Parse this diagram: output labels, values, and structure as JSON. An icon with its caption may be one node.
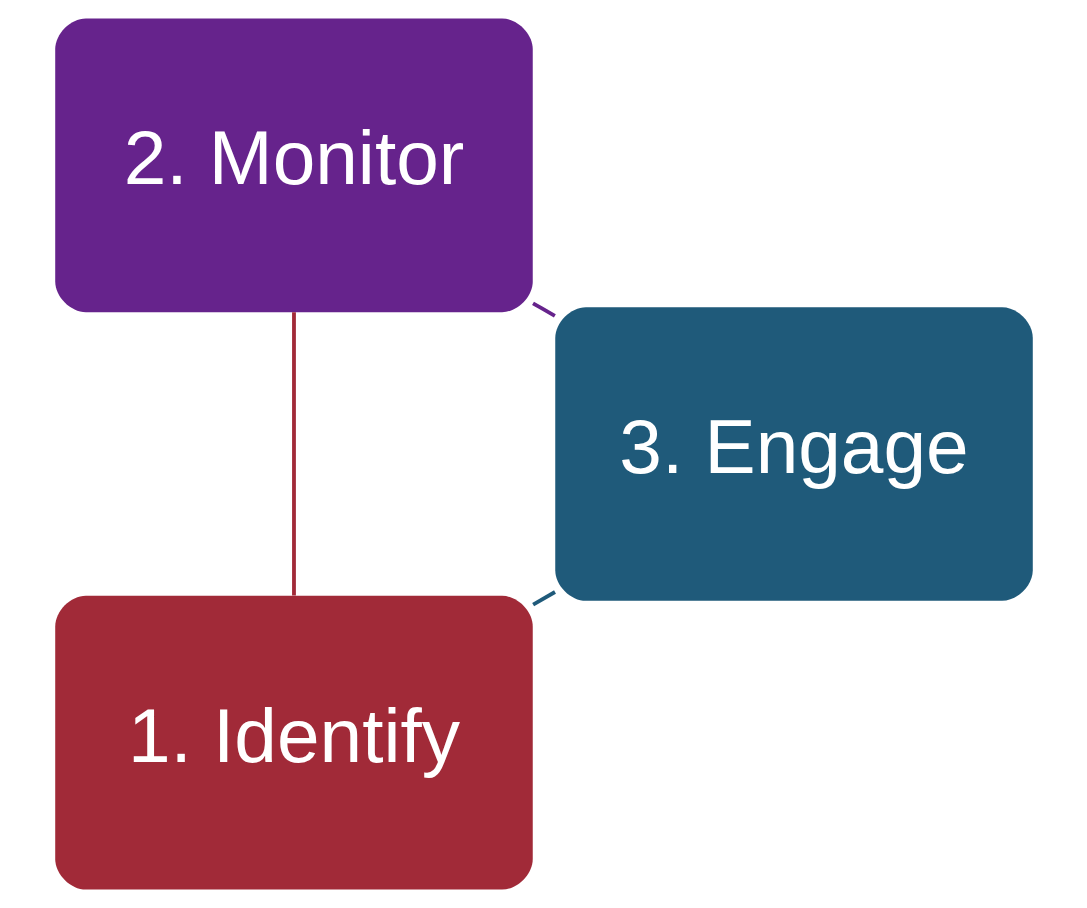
{
  "diagram": {
    "nodes": [
      {
        "text": [
          "1. Identify"
        ]
      },
      {
        "text": [
          "2. Monitor"
        ]
      },
      {
        "text": [
          "3. Engage"
        ]
      }
    ],
    "edges": [
      {
        "from": 0,
        "to": 1,
        "arrow": "none",
        "color": "#a12a38"
      },
      {
        "from": 1,
        "to": 2,
        "arrow": "none",
        "color": "#66238c"
      },
      {
        "from": 2,
        "to": 0,
        "arrow": "none",
        "color": "#1f5a7a"
      }
    ]
  }
}
